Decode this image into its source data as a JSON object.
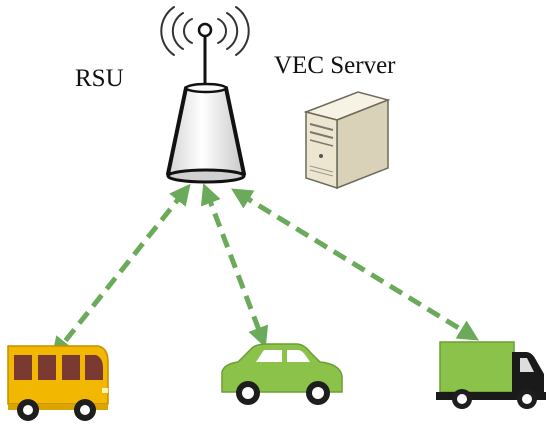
{
  "labels": {
    "rsu": "RSU",
    "server": "VEC Server"
  },
  "icons": {
    "rsu": "radio-tower-icon",
    "server": "server-tower-icon",
    "bus": "bus-icon",
    "car": "car-icon",
    "truck": "truck-icon",
    "signal": "wireless-signal-icon"
  },
  "colors": {
    "link": "#6aaa5a",
    "bus": "#f2b700",
    "car": "#8bc34a",
    "truck_cargo": "#8bc34a",
    "truck_cab": "#1a1a1a",
    "server": "#efe9d6",
    "tower": "#eeeeee"
  },
  "links": [
    {
      "from": "rsu",
      "to": "bus",
      "bidirectional": true,
      "style": "dashed"
    },
    {
      "from": "rsu",
      "to": "car",
      "bidirectional": true,
      "style": "dashed"
    },
    {
      "from": "rsu",
      "to": "truck",
      "bidirectional": true,
      "style": "dashed"
    }
  ]
}
